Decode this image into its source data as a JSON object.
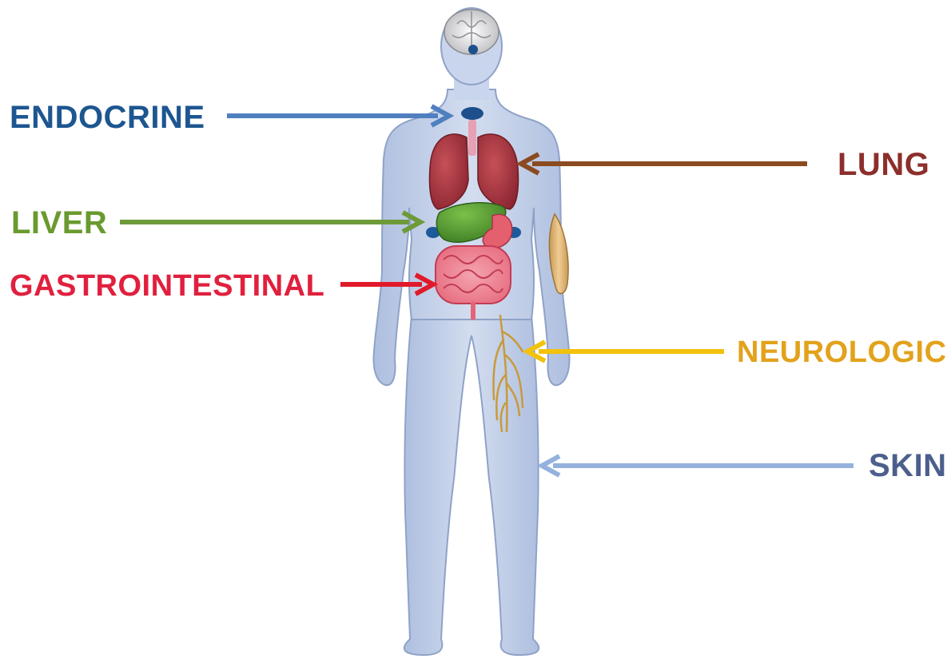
{
  "labels": {
    "endocrine": "ENDOCRINE",
    "liver": "LIVER",
    "gastrointestinal": "GASTROINTESTINAL",
    "lung": "LUNG",
    "neurologic": "NEUROLOGIC",
    "skin": "SKIN"
  },
  "colors": {
    "endocrine": "#1d5690",
    "liver": "#6a9a2e",
    "gastrointestinal": "#e0203e",
    "lung": "#8c2f2c",
    "neurologic": "#e2a21c",
    "skin": "#4c5f8c",
    "arrow_endocrine": "#4f7fbf",
    "arrow_liver": "#6e9a3a",
    "arrow_gi": "#e01a2a",
    "arrow_lung": "#8b4a20",
    "arrow_neuro": "#f2c20c",
    "arrow_skin": "#94b2dc",
    "body_fill": "#c5d2ea",
    "body_outline": "#8fa2c8"
  },
  "icons": {
    "brain": "brain-icon",
    "thyroid": "thyroid-icon",
    "lungs": "lungs-icon",
    "liver": "liver-icon",
    "stomach": "stomach-icon",
    "intestines": "intestines-icon",
    "muscle": "muscle-icon",
    "nerves": "nerve-icon",
    "adrenal": "adrenal-gland-icon"
  }
}
